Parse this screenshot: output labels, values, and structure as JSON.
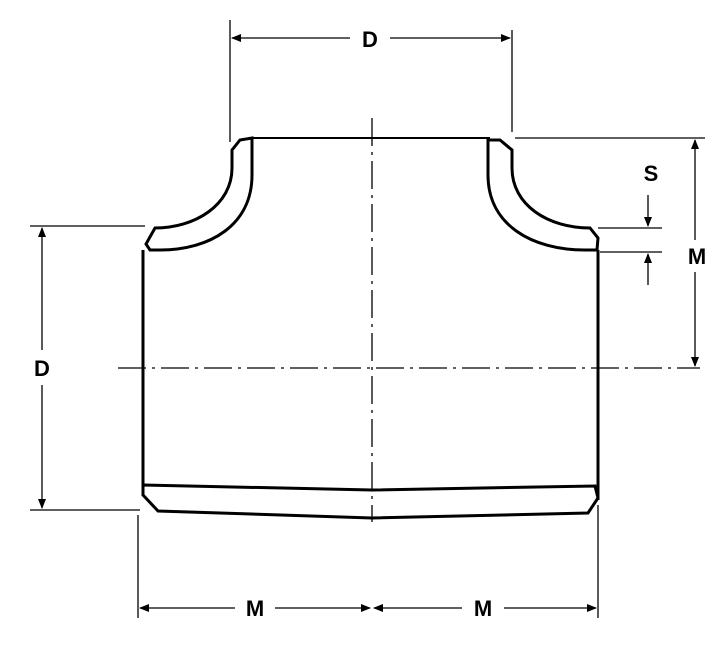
{
  "drawing": {
    "labels": {
      "branch_diameter": "D",
      "run_diameter": "D",
      "branch_height": "M",
      "run_left_length": "M",
      "run_right_length": "M",
      "wall_thickness": "S"
    }
  }
}
